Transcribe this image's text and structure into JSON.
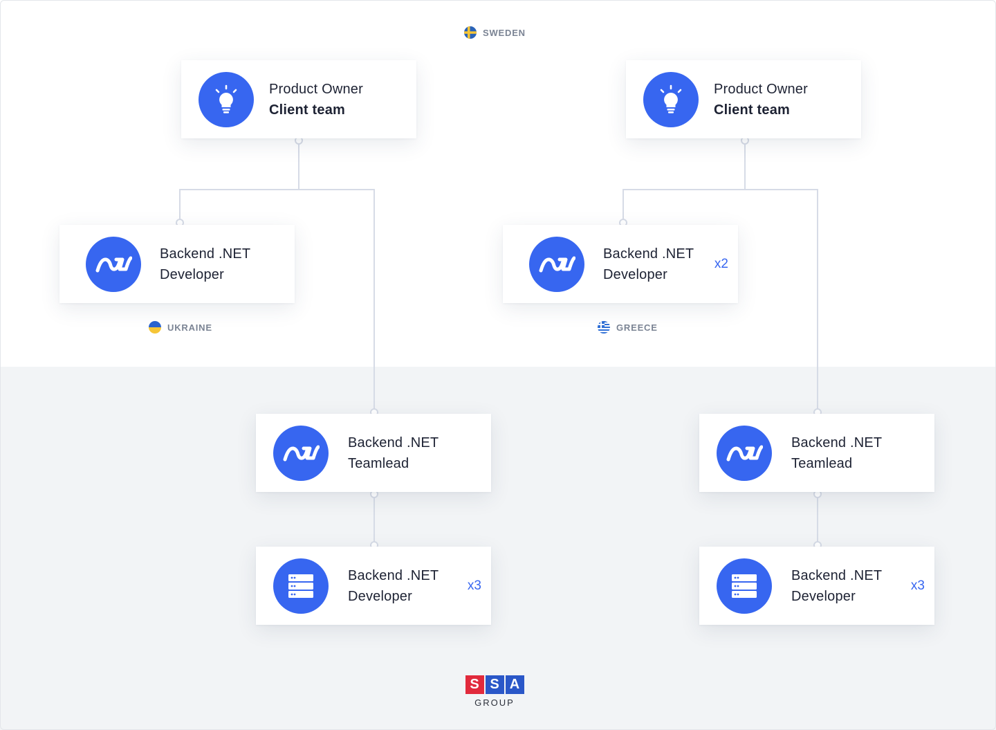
{
  "locations": {
    "sweden": "SWEDEN",
    "ukraine": "UKRAINE",
    "greece": "GREECE"
  },
  "cards": {
    "po_left": {
      "line1": "Product Owner",
      "line2": "Client team",
      "icon": "lightbulb-icon"
    },
    "po_right": {
      "line1": "Product Owner",
      "line2": "Client team",
      "icon": "lightbulb-icon"
    },
    "dev_ukraine": {
      "line1": "Backend .NET",
      "line2": "Developer",
      "icon": "dotnet-icon"
    },
    "dev_greece": {
      "line1": "Backend .NET",
      "line2": "Developer",
      "multiplier": "x2",
      "icon": "dotnet-icon"
    },
    "tl_left": {
      "line1": "Backend .NET",
      "line2": "Teamlead",
      "icon": "dotnet-icon"
    },
    "tl_right": {
      "line1": "Backend .NET",
      "line2": "Teamlead",
      "icon": "dotnet-icon"
    },
    "dev_team_left": {
      "line1": "Backend .NET",
      "line2": "Developer",
      "multiplier": "x3",
      "icon": "server-icon"
    },
    "dev_team_right": {
      "line1": "Backend .NET",
      "line2": "Developer",
      "multiplier": "x3",
      "icon": "server-icon"
    }
  },
  "logo": {
    "letters": [
      "S",
      "S",
      "A"
    ],
    "subtitle": "GROUP"
  },
  "colors": {
    "accent": "#3766f0",
    "connector": "#d6dbe6",
    "bottom_background": "#f2f4f6",
    "logo_red": "#e12a3c",
    "logo_blue": "#2a57c8"
  }
}
